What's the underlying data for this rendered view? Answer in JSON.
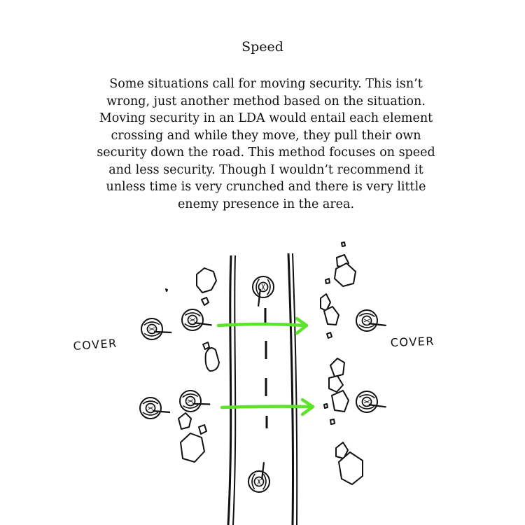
{
  "title": "Speed",
  "body": "Some situations call for moving security. This isn’t wrong, just another method based on the situation. Moving security in an LDA would entail each element crossing and while they move, they pull their own security down the road. This method focuses on speed and less security. Though I wouldn’t recommend it unless time is very crunched and there is very little enemy presence in the area.",
  "labels": {
    "cover_left": "COVER",
    "cover_right": "COVER"
  },
  "colors": {
    "arrow": "#5de32c",
    "ink": "#111111"
  },
  "icons": [
    "soldier-icon",
    "rock-icon",
    "movement-arrow"
  ]
}
